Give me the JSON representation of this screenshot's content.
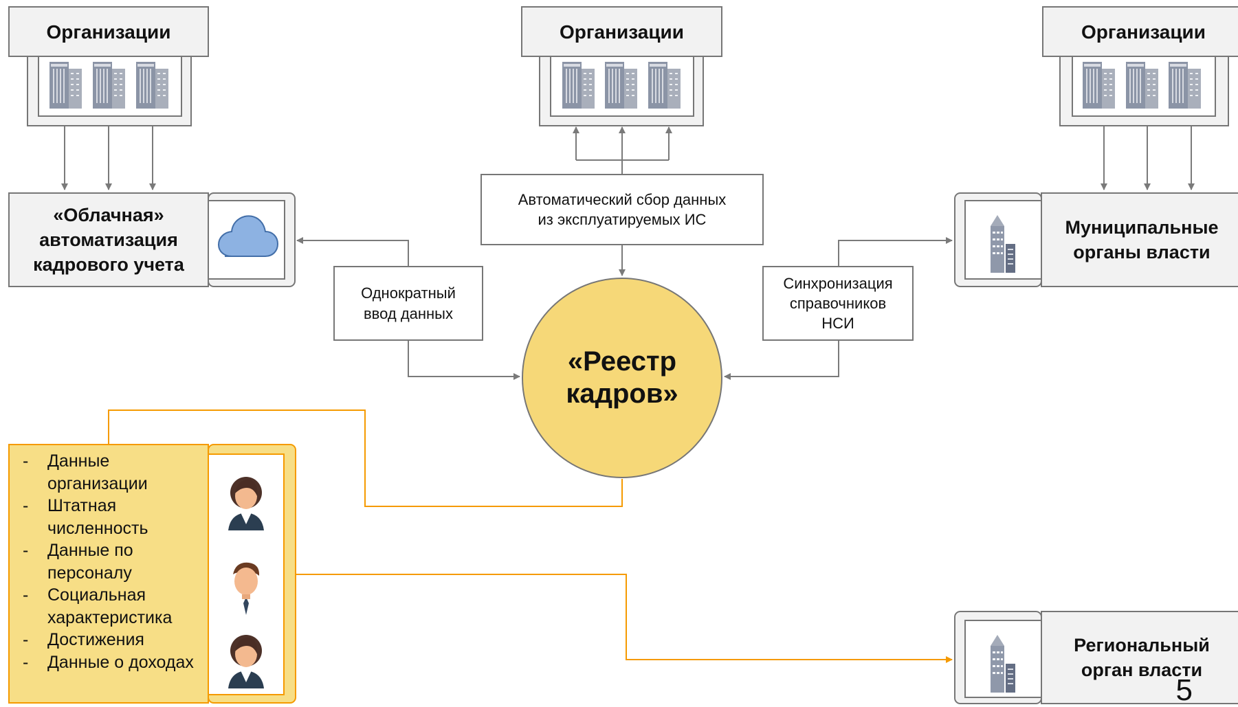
{
  "organizations": {
    "left": "Организации",
    "center": "Организации",
    "right": "Организации"
  },
  "cloud_box": {
    "label": "«Облачная»\nавтоматизация\nкадрового учета",
    "icon": "cloud-icon"
  },
  "auto_collect": {
    "label": "Автоматический сбор данных\nиз эксплуатируемых ИС"
  },
  "municipal_box": {
    "label": "Муниципальные\nорганы власти",
    "icon": "building-icon"
  },
  "single_input": {
    "label": "Однократный\nввод данных"
  },
  "sync_reference": {
    "label": "Синхронизация\nсправочников\nНСИ"
  },
  "registry": {
    "label": "«Реестр\nкадров»"
  },
  "data_list": {
    "items": [
      {
        "dash": "-",
        "text": "Данные организации"
      },
      {
        "dash": "-",
        "text": "Штатная численность"
      },
      {
        "dash": "-",
        "text": "Данные по персоналу"
      },
      {
        "dash": "-",
        "text": "Социальная характеристика"
      },
      {
        "dash": "-",
        "text": "Достижения"
      },
      {
        "dash": "-",
        "text": "Данные о доходах"
      }
    ],
    "icons": [
      "female-user-icon",
      "male-user-icon",
      "female-user-icon"
    ]
  },
  "regional_box": {
    "label": "Региональный\nорган власти",
    "icon": "building-icon"
  },
  "page": {
    "number": "5"
  },
  "colors": {
    "gray_line": "#7a7a7a",
    "box_border": "#6f6f6f",
    "panel_fill": "#f2f2f2",
    "orange": "#f59a00",
    "yellow": "#f7de86",
    "cloud": "#8db2e2",
    "building": "#8793a7"
  }
}
